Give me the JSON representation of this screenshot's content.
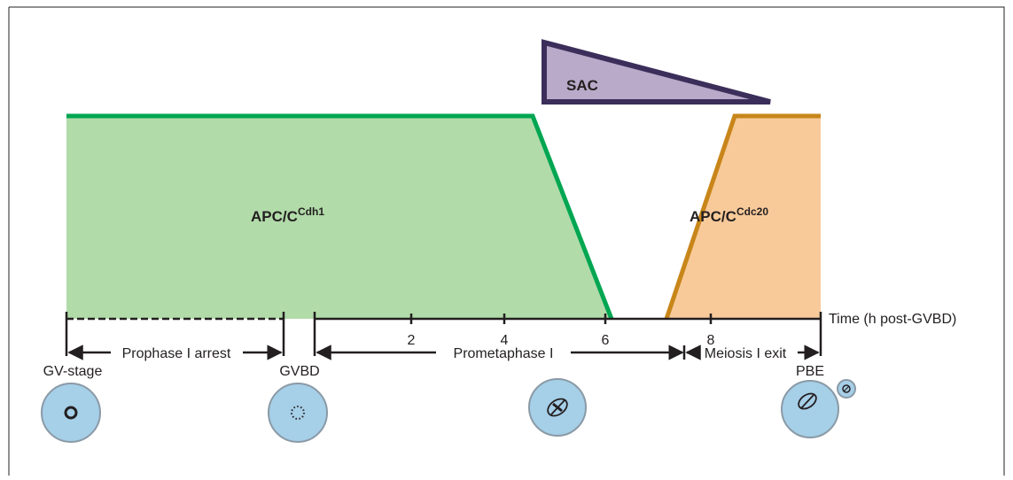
{
  "diagram": {
    "apc_cdh1": {
      "base": "APC/C",
      "superscript": "Cdh1",
      "color": "#00a651",
      "fill": "#b1dba9"
    },
    "apc_cdc20": {
      "base": "APC/C",
      "superscript": "Cdc20",
      "color": "#c8861a",
      "fill": "#f8ca9a"
    },
    "sac": {
      "label": "SAC",
      "color": "#3b2e5a",
      "fill": "#b8aac8"
    },
    "time_axis": {
      "label": "Time (h post-GVBD)",
      "ticks": [
        "2",
        "4",
        "6",
        "8"
      ]
    },
    "phases": {
      "prophase": "Prophase I arrest",
      "prometaphase": "Prometaphase I",
      "meiosis_exit": "Meiosis I exit"
    },
    "stages": {
      "gv": "GV-stage",
      "gvbd": "GVBD",
      "pbe": "PBE"
    },
    "oocyte_fill": "#a6cfe8"
  }
}
